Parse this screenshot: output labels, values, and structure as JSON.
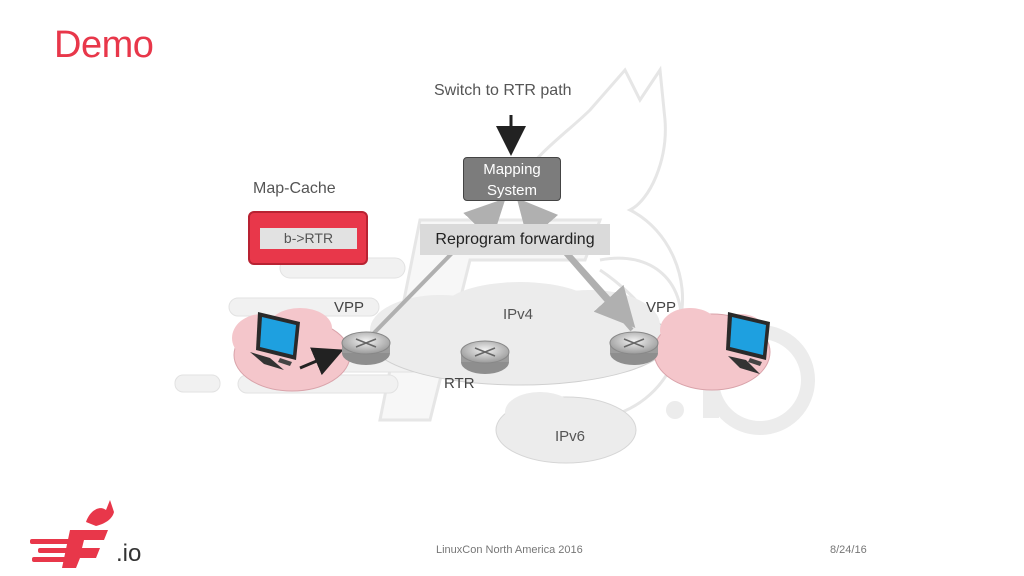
{
  "slide": {
    "title": "Demo",
    "footer_center": "LinuxCon North America 2016",
    "footer_date": "8/24/16"
  },
  "logo": {
    "text": ".io"
  },
  "diagram": {
    "switch_label": "Switch to RTR path",
    "mapping_system": {
      "line1": "Mapping",
      "line2": "System"
    },
    "reprogram_label": "Reprogram forwarding",
    "map_cache": {
      "label": "Map-Cache",
      "entry": "b->RTR"
    },
    "vpp_left_label": "VPP",
    "vpp_right_label": "VPP",
    "rtr_label": "RTR",
    "ipv4_label": "IPv4",
    "ipv6_label": "IPv6"
  },
  "colors": {
    "accent_red": "#e8374a",
    "site_cloud_pink": "#f4c6cb",
    "core_cloud_gray": "#ececec",
    "mapping_system_gray": "#7c7c7c"
  },
  "icons": [
    "router-icon",
    "computer-icon",
    "fdio-logo-icon",
    "watermark-dog"
  ]
}
